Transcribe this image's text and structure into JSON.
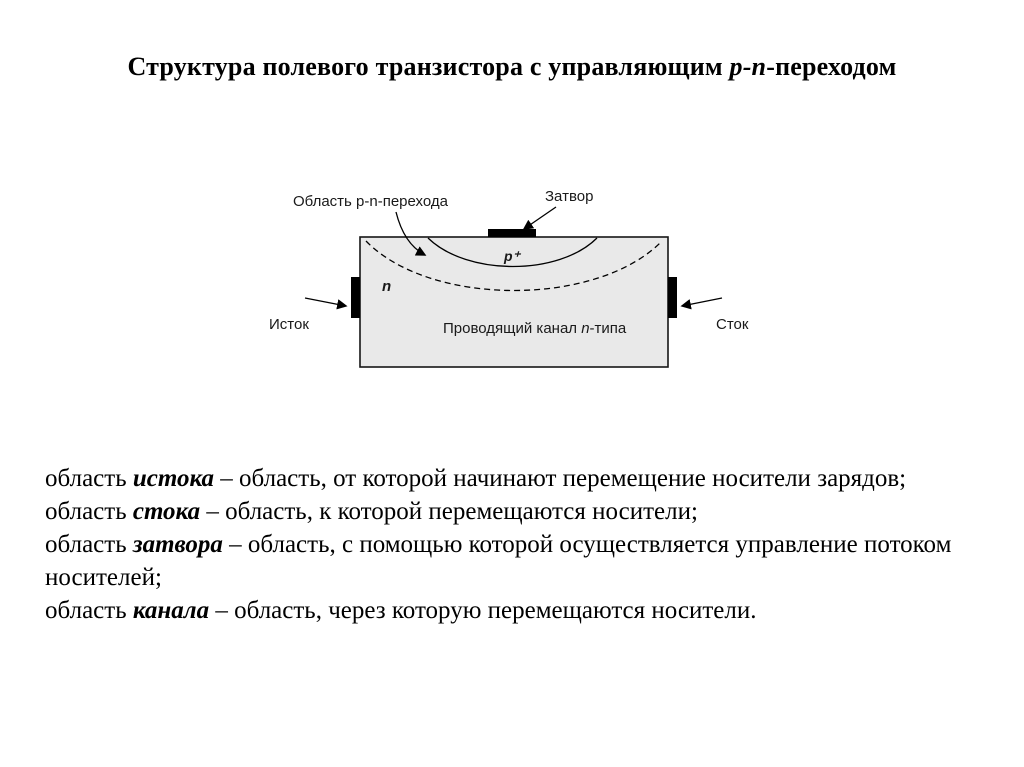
{
  "title": {
    "part1": "Структура полевого транзистора с управляющим ",
    "part2": "p-n",
    "part3": "-переходом"
  },
  "diagram": {
    "junction_label": "Область p-n-перехода",
    "gate_label": "Затвор",
    "p_plus_label": "p⁺",
    "n_label": "n",
    "channel_part1": "Проводящий канал ",
    "channel_italic": "n",
    "channel_part2": "-типа",
    "source_label": "Исток",
    "drain_label": "Сток"
  },
  "definitions": [
    {
      "prefix": "область ",
      "term": "истока",
      "rest": " – область, от которой начинают перемещение носители зарядов;"
    },
    {
      "prefix": "область ",
      "term": "стока",
      "rest": " – область, к которой перемещаются носители;"
    },
    {
      "prefix": "область ",
      "term": "затвора",
      "rest": " – область, с помощью которой осуществляется управление потоком носителей;"
    },
    {
      "prefix": "область ",
      "term": "канала",
      "rest": " – область, через которую перемещаются носители."
    }
  ]
}
